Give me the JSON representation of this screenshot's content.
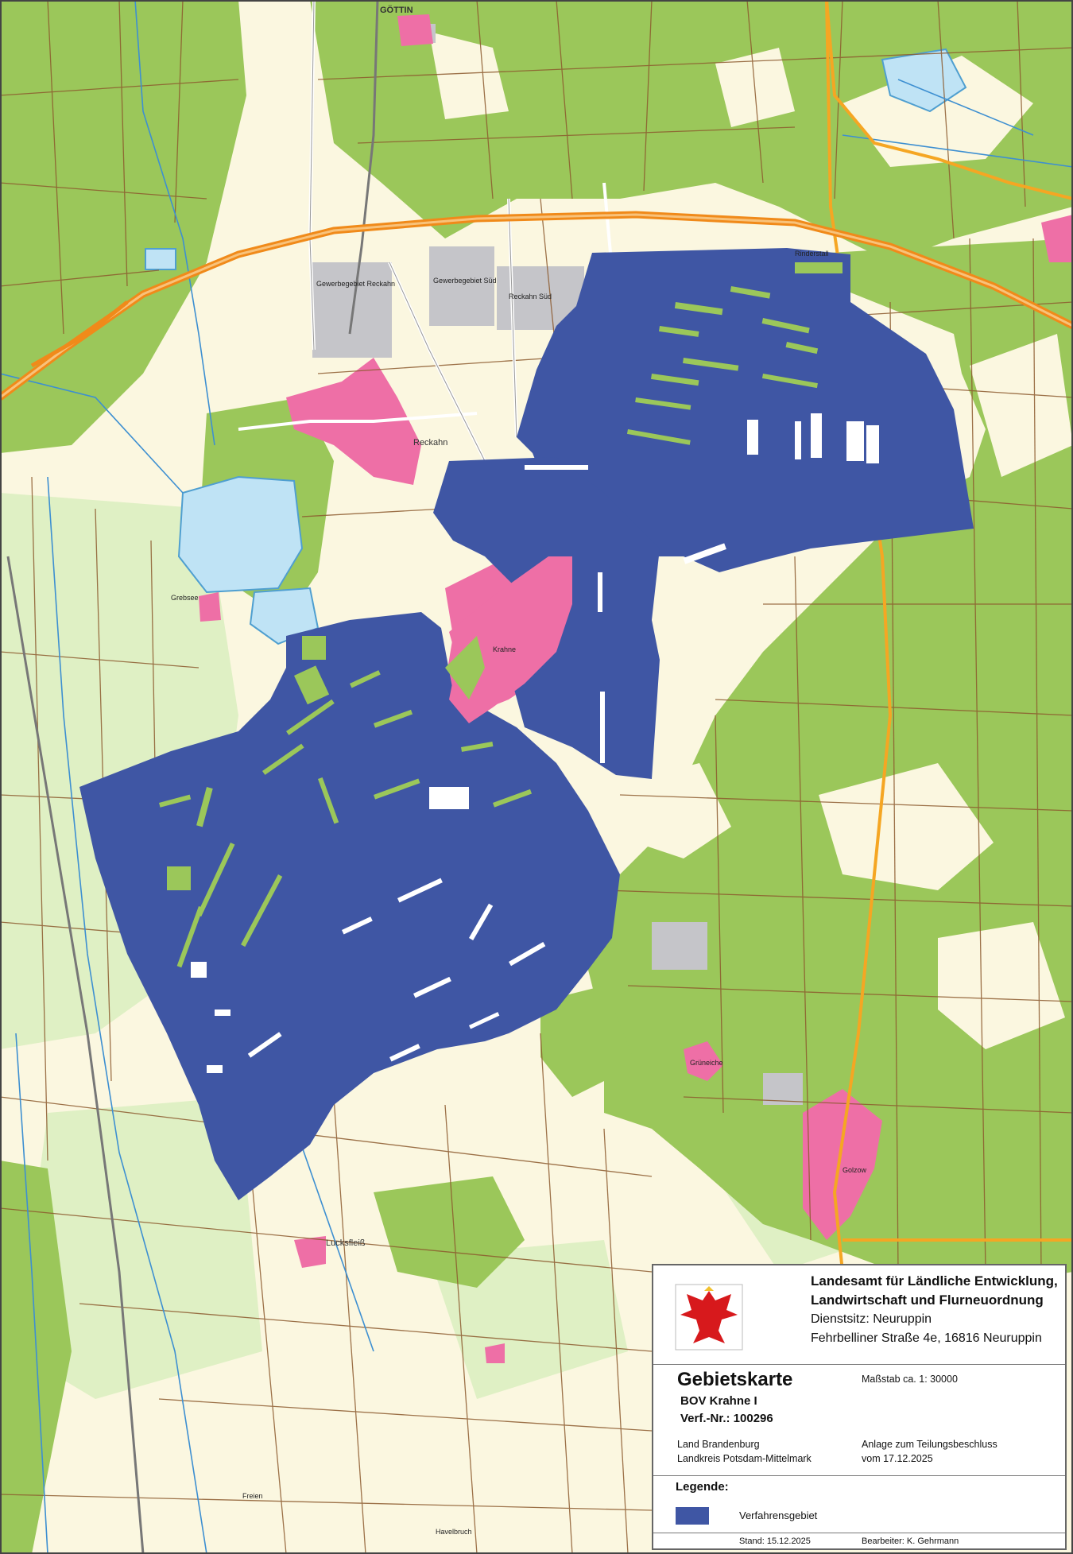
{
  "place_labels": [
    "GÖTTIN",
    "Gewerbegebiet Reckahn",
    "Gewerbegebiet Süd",
    "Reckahn Süd",
    "Reckahn",
    "Grebsee",
    "Lucksfleiß",
    "Golzow",
    "Freien",
    "Havelbruch",
    "Krahne",
    "Grüneiche",
    "Rinderstall"
  ],
  "colors": {
    "forest": "#9bc75a",
    "open_land": "#fbf7e0",
    "meadow": "#dff0c4",
    "settlement": "#ee6fa6",
    "industrial": "#c5c5c9",
    "water": "#bfe3f5",
    "motorway": "#f08a1a",
    "road": "#f5a623",
    "procedure_area": "#3f56a4",
    "field_lines": "#8c5a2e"
  },
  "title_block": {
    "office_line1": "Landesamt für Ländliche Entwicklung,",
    "office_line2": "Landwirtschaft und Flurneuordnung",
    "office_line3": "Dienstsitz: Neuruppin",
    "office_line4": "Fehrbelliner Straße 4e, 16816 Neuruppin",
    "map_title": "Gebietskarte",
    "procedure_name": "BOV Krahne I",
    "procedure_number": "Verf.-Nr.: 100296",
    "scale": "Maßstab  ca. 1: 30000",
    "state": "Land Brandenburg",
    "district": "Landkreis  Potsdam-Mittelmark",
    "annex_line1": "Anlage zum Teilungsbeschluss",
    "annex_line2": "vom 17.12.2025",
    "legend_heading": "Legende:",
    "legend_item": "Verfahrensgebiet",
    "status_date": "Stand:  15.12.2025",
    "editor": "Bearbeiter:  K. Gehrmann"
  }
}
